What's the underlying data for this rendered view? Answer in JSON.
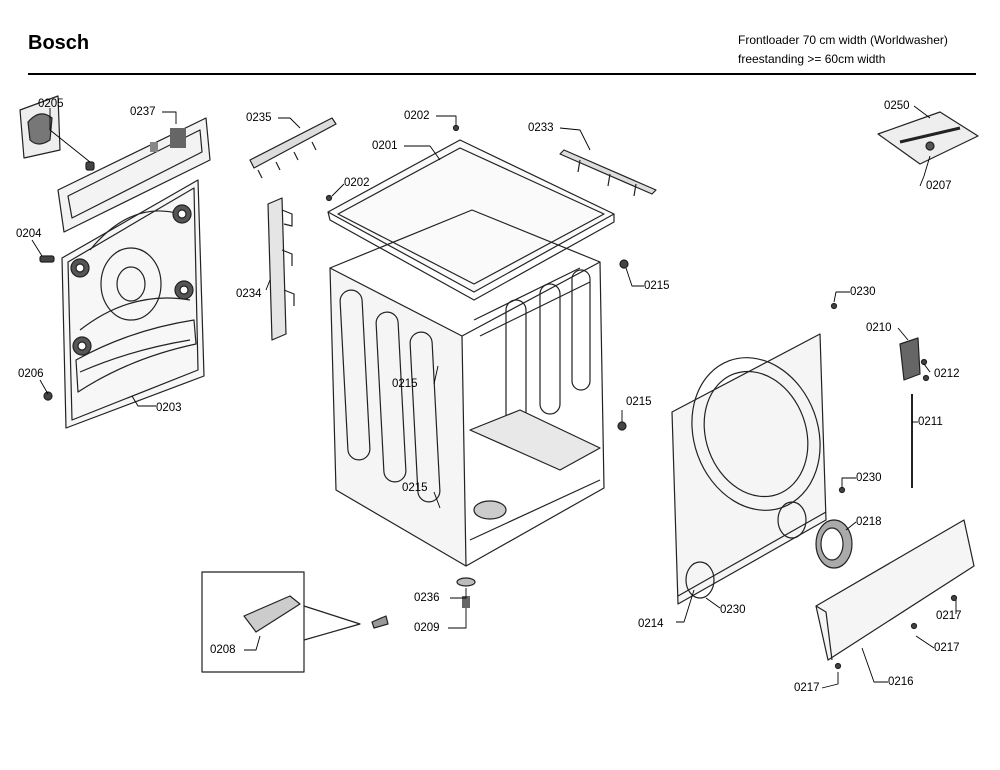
{
  "header": {
    "brand": "Bosch",
    "model_line1": "Frontloader 70 cm width (Worldwasher)",
    "model_line2": "freestanding >= 60cm width"
  },
  "parts": {
    "p0205": "0205",
    "p0237": "0237",
    "p0204": "0204",
    "p0206": "0206",
    "p0203": "0203",
    "p0235": "0235",
    "p0234": "0234",
    "p0202a": "0202",
    "p0201": "0201",
    "p0202b": "0202",
    "p0233": "0233",
    "p0215a": "0215",
    "p0215b": "0215",
    "p0215c": "0215",
    "p0215d": "0215",
    "p0236": "0236",
    "p0209": "0209",
    "p0208": "0208",
    "p0250": "0250",
    "p0207": "0207",
    "p0230a": "0230",
    "p0210": "0210",
    "p0212": "0212",
    "p0211": "0211",
    "p0230b": "0230",
    "p0218": "0218",
    "p0214": "0214",
    "p0230c": "0230",
    "p0217a": "0217",
    "p0217b": "0217",
    "p0217c": "0217",
    "p0216": "0216"
  }
}
